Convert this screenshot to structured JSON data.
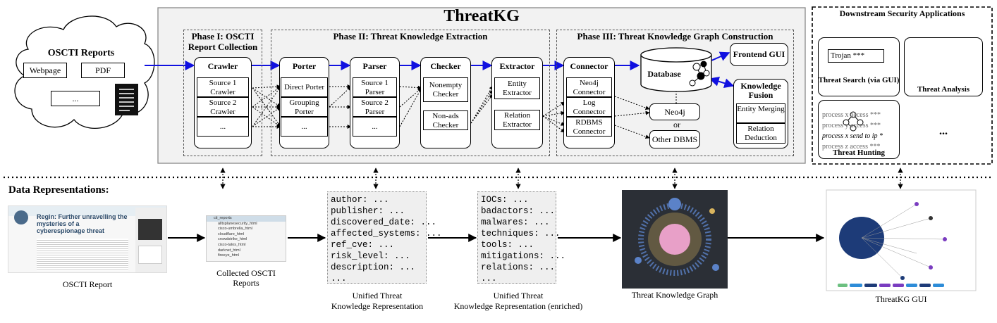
{
  "title": "ThreatKG",
  "osscti_cloud": {
    "title": "OSCTI Reports",
    "items": [
      "Webpage",
      "PDF",
      "..."
    ]
  },
  "phases": [
    {
      "title": "Phase I: OSCTI Report Collection",
      "line1": "Phase I: OSCTI",
      "line2": "Report Collection"
    },
    {
      "title": "Phase II: Threat Knowledge Extraction"
    },
    {
      "title": "Phase III: Threat Knowledge Graph Construction"
    }
  ],
  "modules": {
    "crawler": {
      "title": "Crawler",
      "cells": [
        "Source 1 Crawler",
        "Source 2 Crawler",
        "..."
      ]
    },
    "porter": {
      "title": "Porter",
      "cells": [
        "Direct Porter",
        "Grouping Porter",
        "..."
      ]
    },
    "parser": {
      "title": "Parser",
      "cells": [
        "Source 1 Parser",
        "Source 2 Parser",
        "..."
      ]
    },
    "checker": {
      "title": "Checker",
      "cells": [
        "Nonempty Checker",
        "Non-ads Checker"
      ]
    },
    "extractor": {
      "title": "Extractor",
      "cells": [
        "Entity Extractor",
        "Relation Extractor"
      ]
    },
    "connector": {
      "title": "Connector",
      "cells": [
        "Neo4j Connector",
        "Log Connector",
        "RDBMS Connector"
      ]
    }
  },
  "database": {
    "label": "Database",
    "neo4j": "Neo4j",
    "or": "or",
    "other": "Other DBMS"
  },
  "frontend": "Frontend GUI",
  "fusion": {
    "title": "Knowledge Fusion",
    "cells": [
      "Entity Merging",
      "Relation Deduction"
    ]
  },
  "downstream": {
    "title": "Downstream Security Applications",
    "search": {
      "label": "Threat Search (via GUI)",
      "query": "Trojan ***"
    },
    "analysis": {
      "label": "Threat Analysis"
    },
    "hunting": {
      "label": "Threat Hunting",
      "lines": [
        "process x access ***",
        "process y access ***",
        "process x send to ip *",
        "process z access ***"
      ]
    },
    "more": "..."
  },
  "data_rep": {
    "title": "Data Representations:",
    "report": {
      "caption": "OSCTI Report",
      "article_title": "Regin: Further unravelling the mysteries of a cyberespionage threat"
    },
    "collected": {
      "caption1": "Collected OSCTI",
      "caption2": "Reports",
      "root": "cti_reports",
      "folders": [
        "alltsplanesecurity_html",
        "cisco-umbrella_html",
        "cloudflare_html",
        "crowdstrike_html",
        "cisco-talos_html",
        "darknet_html",
        "fireeye_html"
      ]
    },
    "unified": {
      "caption1": "Unified Threat",
      "caption2": "Knowledge Representation",
      "lines": [
        "author: ...",
        "publisher: ...",
        "discovered_date: ...",
        "affected_systems: ...",
        "ref_cve: ...",
        "risk_level: ...",
        "description: ...",
        "..."
      ]
    },
    "enriched": {
      "caption1": "Unified Threat",
      "caption2": "Knowledge Representation (enriched)",
      "lines": [
        "IOCs: ...",
        "badactors: ...",
        "malwares: ...",
        "techniques: ...",
        "tools: ...",
        "mitigations: ...",
        "relations: ...",
        "..."
      ]
    },
    "graph": {
      "caption": "Threat Knowledge Graph"
    },
    "gui": {
      "caption": "ThreatKG GUI"
    }
  }
}
